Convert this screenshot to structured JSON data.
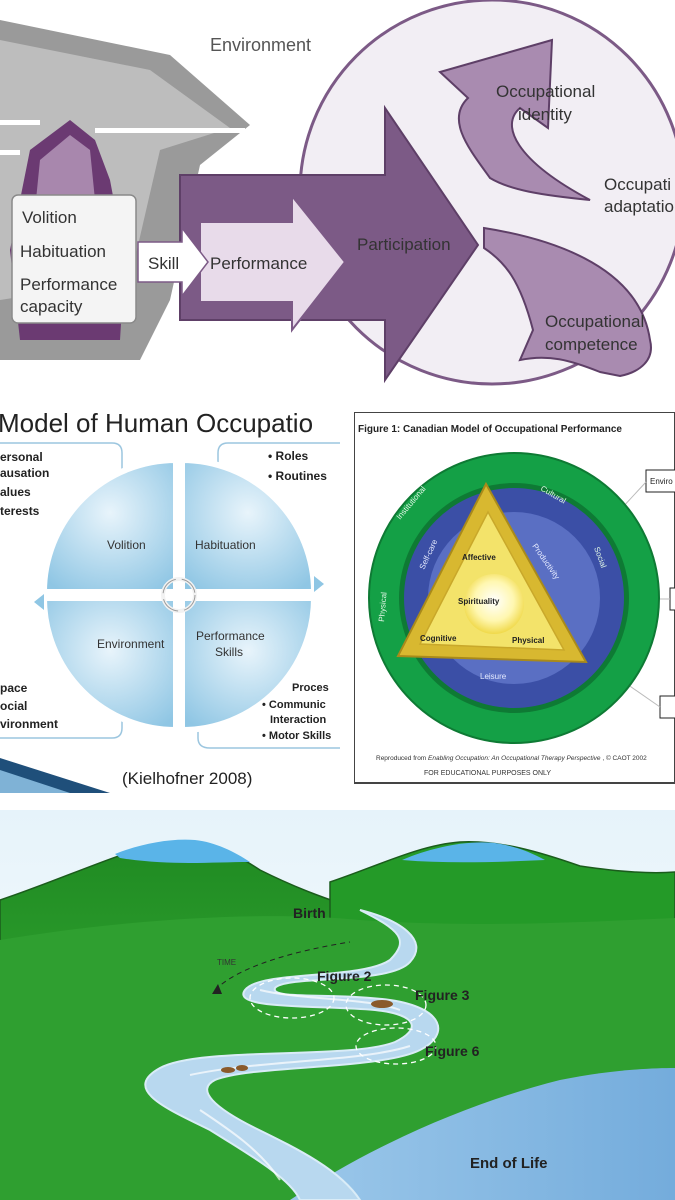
{
  "moho_top": {
    "environment": "Environment",
    "inner_box": [
      "Volition",
      "Habituation",
      "Performance",
      "capacity"
    ],
    "skill": "Skill",
    "performance": "Performance",
    "participation": "Participation",
    "identity": [
      "Occupational",
      "identity"
    ],
    "adaptation": [
      "Occupati",
      "adaptatio"
    ],
    "competence": [
      "Occupational",
      "competence"
    ]
  },
  "moho_circle": {
    "title": "Model of Human Occupatio",
    "left_top_list": [
      "ersonal",
      "ausation",
      "alues",
      "terests"
    ],
    "right_top_list": [
      "• Roles",
      "• Routines"
    ],
    "left_bottom_list": [
      "pace",
      "ocial",
      "vironment"
    ],
    "right_bottom_list": [
      "Proces",
      "• Communic",
      "Interaction",
      "• Motor Skills"
    ],
    "quadrants": {
      "volition": "Volition",
      "habituation": "Habituation",
      "environment": "Environment",
      "performance_skills": [
        "Performance",
        "Skills"
      ]
    },
    "citation": "(Kielhofner 2008)"
  },
  "cmop": {
    "title": "Figure 1:  Canadian Model of Occupational Performance",
    "outer_ring": [
      "Institutional",
      "Cultural",
      "Social",
      "Physical"
    ],
    "inner_ring": [
      "Self-care",
      "Productivity",
      "Leisure"
    ],
    "triangle": [
      "Affective",
      "Spirituality",
      "Cognitive",
      "Physical"
    ],
    "side_label": "Enviro",
    "credit_prefix": "Reproduced from ",
    "credit_title": "Enabling Occupation: An Occupational Therapy Perspective",
    "credit_suffix": ",  © CAOT 2002",
    "footer": "FOR EDUCATIONAL PURPOSES ONLY"
  },
  "river": {
    "birth": "Birth",
    "time": "TIME",
    "figure2": "Figure 2",
    "figure3": "Figure 3",
    "figure6": "Figure 6",
    "end": "End of Life"
  }
}
